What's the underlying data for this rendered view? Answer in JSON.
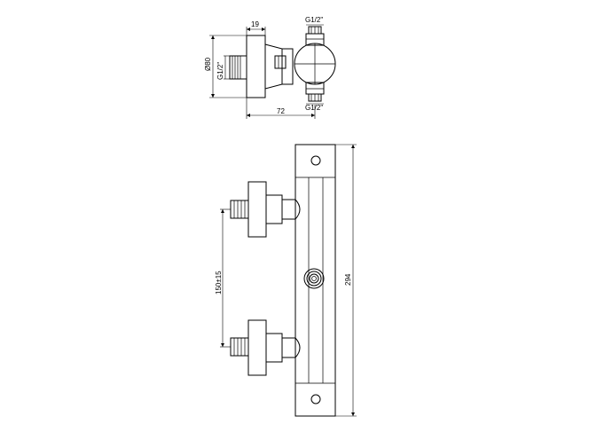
{
  "drawing": {
    "top_view": {
      "dim_flange_thickness": "19",
      "dim_top_connection": "G1/2\"",
      "dim_bottom_connection": "G1/2\"",
      "dim_flange_diameter": "Ø80",
      "dim_inlet_thread": "G1/2\"",
      "dim_depth": "72"
    },
    "front_view": {
      "dim_inlet_spacing": "150±15",
      "dim_total_height": "294"
    }
  }
}
